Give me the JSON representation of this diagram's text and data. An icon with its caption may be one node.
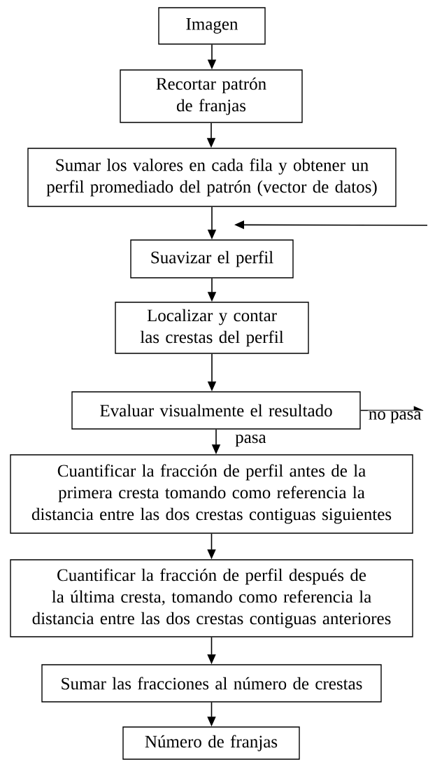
{
  "diagram": {
    "nodes": [
      {
        "text": [
          "Imagen"
        ]
      },
      {
        "text": [
          "Recortar patrón de franjas"
        ]
      },
      {
        "text": [
          "Sumar los valores en cada fila y obtener un perfil promediado del patrón (vector de datos)"
        ]
      },
      {
        "text": [
          "Suavizar el perfil"
        ]
      },
      {
        "text": [
          "Localizar y contar las crestas del perfil"
        ]
      },
      {
        "text": [
          "Evaluar visualmente el resultado"
        ]
      },
      {
        "text": [
          "Cuantificar la fracción de perfil antes de la primera cresta tomando como referencia la distancia entre las dos crestas contiguas siguientes"
        ]
      },
      {
        "text": [
          "Cuantificar la fracción de perfil después de la última cresta, tomando como referencia la distancia entre las dos crestas contiguas anteriores"
        ]
      },
      {
        "text": [
          "Sumar las fracciones al número de crestas"
        ]
      },
      {
        "text": [
          "Número de franjas"
        ]
      }
    ],
    "edges": [
      {
        "from": 0,
        "to": 1,
        "arrow": "to"
      },
      {
        "from": 1,
        "to": 2,
        "arrow": "to"
      },
      {
        "from": 2,
        "to": 3,
        "arrow": "to"
      },
      {
        "from": null,
        "to": 3,
        "arrow": "to"
      },
      {
        "from": 3,
        "to": 4,
        "arrow": "to"
      },
      {
        "from": 4,
        "to": 5,
        "arrow": "to"
      },
      {
        "from": 5,
        "to": null,
        "label": "no pasa",
        "arrow": "to"
      },
      {
        "from": 5,
        "to": 6,
        "label": "pasa",
        "arrow": "to"
      },
      {
        "from": 6,
        "to": 7,
        "arrow": "to"
      },
      {
        "from": 7,
        "to": 8,
        "arrow": "to"
      },
      {
        "from": 8,
        "to": 9,
        "arrow": "to"
      }
    ]
  }
}
